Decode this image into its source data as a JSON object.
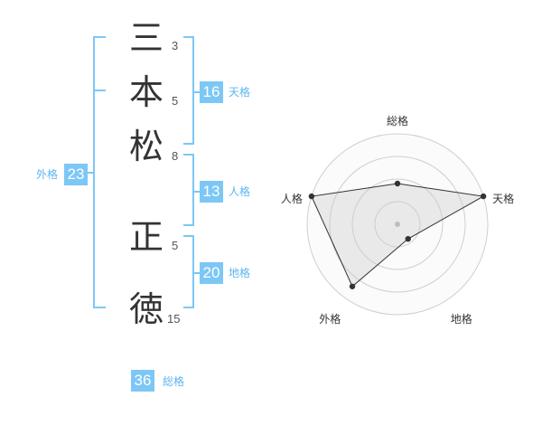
{
  "name": {
    "chars": [
      {
        "char": "三",
        "strokes": "3"
      },
      {
        "char": "本",
        "strokes": "5"
      },
      {
        "char": "松",
        "strokes": "8"
      },
      {
        "char": "正",
        "strokes": "5"
      },
      {
        "char": "徳",
        "strokes": "15"
      }
    ]
  },
  "fortune": {
    "tenkaku": {
      "value": "16",
      "label": "天格"
    },
    "jinkaku": {
      "value": "13",
      "label": "人格"
    },
    "chikaku": {
      "value": "20",
      "label": "地格"
    },
    "gaikaku": {
      "value": "23",
      "label": "外格"
    },
    "soukaku": {
      "value": "36",
      "label": "総格"
    }
  },
  "colors": {
    "accent": "#7cc7f5",
    "text": "#333333"
  },
  "chart_data": {
    "type": "radar",
    "axes": [
      "総格",
      "天格",
      "地格",
      "外格",
      "人格"
    ],
    "values": [
      0.45,
      1.0,
      0.2,
      0.85,
      1.0
    ],
    "max": 1,
    "rings": 4
  }
}
